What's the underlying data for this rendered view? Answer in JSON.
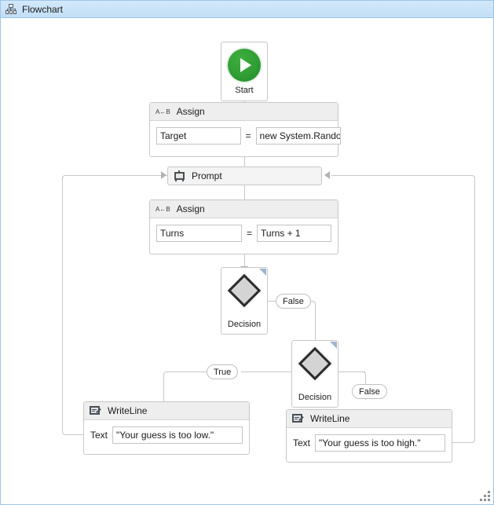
{
  "window": {
    "title": "Flowchart",
    "title_icon": "org-chart-icon",
    "accent_color": "#c2dff6",
    "border_color": "#9ec5e8"
  },
  "nodes": {
    "start": {
      "label": "Start",
      "icon": "play-icon",
      "color": "#2f9e34"
    },
    "assign1": {
      "icon": "assign-icon",
      "icon_text": "A←B",
      "title": "Assign",
      "to": "Target",
      "operator": "=",
      "value": "new System.Randor"
    },
    "prompt": {
      "icon": "prompt-dialog-icon",
      "title": "Prompt"
    },
    "assign2": {
      "icon": "assign-icon",
      "icon_text": "A←B",
      "title": "Assign",
      "to": "Turns",
      "operator": "=",
      "value": "Turns + 1"
    },
    "decision1": {
      "label": "Decision",
      "icon": "diamond-icon"
    },
    "decision2": {
      "label": "Decision",
      "icon": "diamond-icon"
    },
    "writeline_low": {
      "icon": "writeline-icon",
      "title": "WriteLine",
      "field_label": "Text",
      "value": "\"Your guess is too low.\""
    },
    "writeline_high": {
      "icon": "writeline-icon",
      "title": "WriteLine",
      "field_label": "Text",
      "value": "\"Your guess is too high.\""
    }
  },
  "connectors": {
    "decision1_false": "False",
    "decision2_true": "True",
    "decision2_false": "False"
  },
  "grip": {
    "name": "resize-grip"
  }
}
